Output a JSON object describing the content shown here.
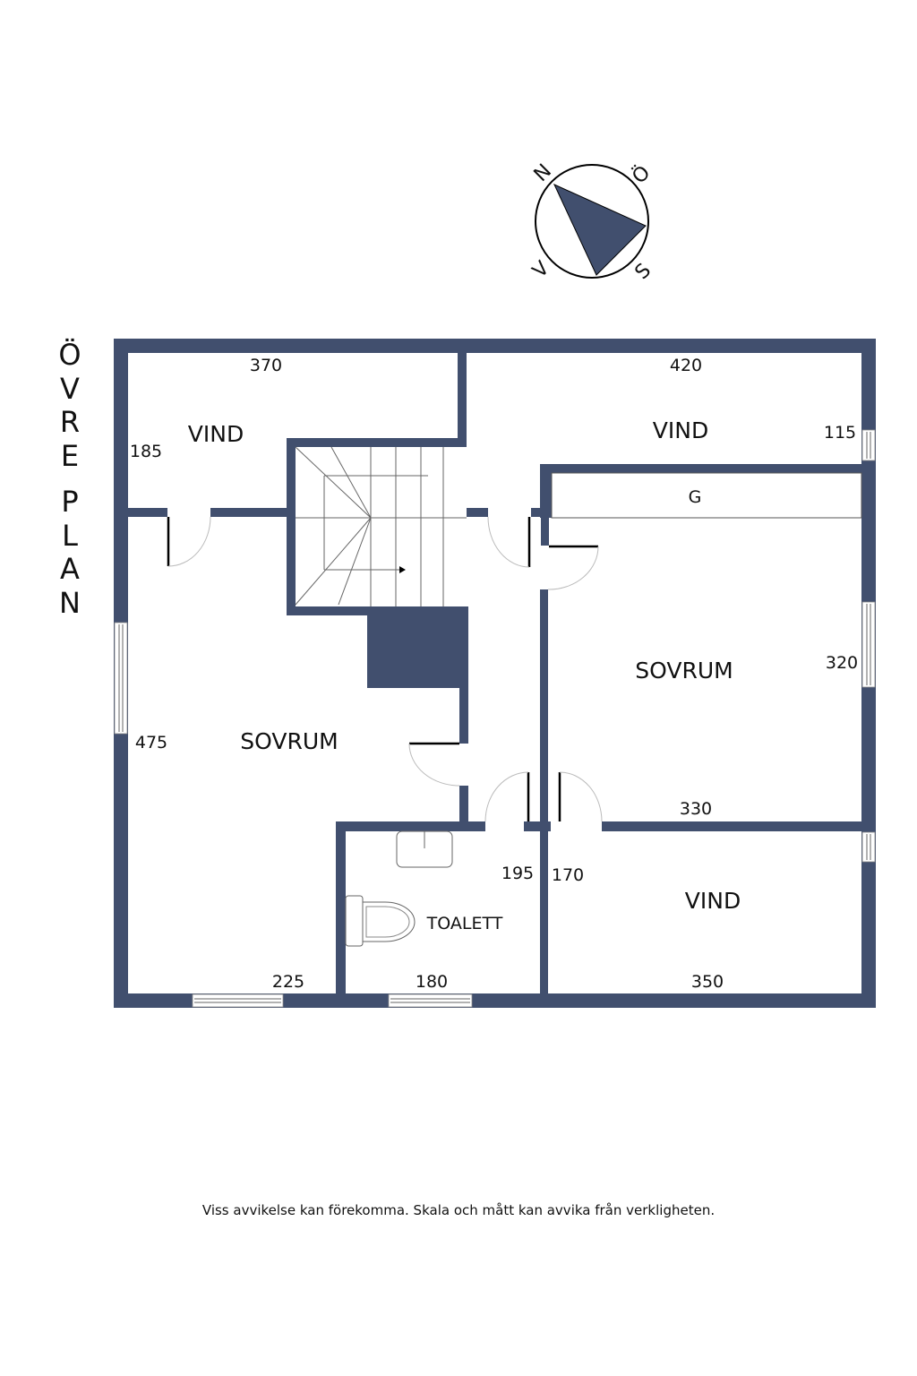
{
  "floor_title": {
    "word1_letters": [
      "Ö",
      "V",
      "R",
      "E"
    ],
    "word2_letters": [
      "P",
      "L",
      "A",
      "N"
    ],
    "full_text": "ÖVRE PLAN"
  },
  "compass": {
    "north": "N",
    "east": "Ö",
    "south": "S",
    "west": "V",
    "needle_color": "#414f6e"
  },
  "rooms": {
    "vind_top_left": {
      "label": "VIND",
      "width": "370",
      "depth": "185"
    },
    "vind_top_right": {
      "label": "VIND",
      "width": "420",
      "depth": "115"
    },
    "closet": {
      "label": "G"
    },
    "sovrum_left": {
      "label": "SOVRUM",
      "depth": "475",
      "width": "225"
    },
    "sovrum_right": {
      "label": "SOVRUM",
      "depth": "320",
      "width": "330"
    },
    "toalett": {
      "label": "TOALETT",
      "depth": "195",
      "width": "180"
    },
    "vind_bottom_right": {
      "label": "VIND",
      "depth": "170",
      "width": "350"
    }
  },
  "colors": {
    "wall": "#414f6e",
    "background": "#ffffff"
  },
  "disclaimer": "Viss avvikelse kan förekomma. Skala och mått kan avvika från verkligheten."
}
